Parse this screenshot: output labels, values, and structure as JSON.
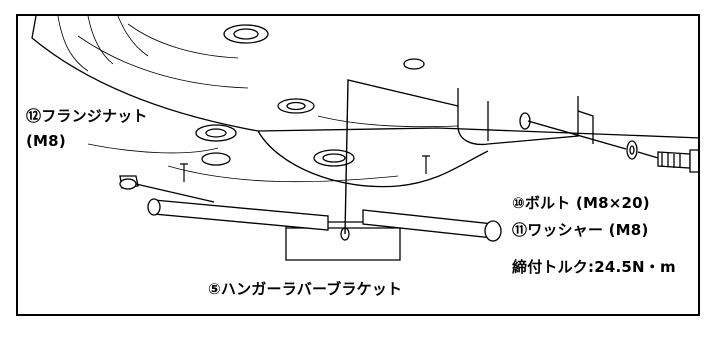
{
  "labels": {
    "flange_nut": "⑫フランジナット",
    "flange_nut_size": "(M8)",
    "bolt": "⑩ボルト (M8×20)",
    "washer": "⑪ワッシャー (M8)",
    "torque": "締付トルク:24.5N・m",
    "bracket": "⑤ハンガーラバーブラケット"
  },
  "colors": {
    "line": "#000000",
    "background": "#ffffff"
  }
}
